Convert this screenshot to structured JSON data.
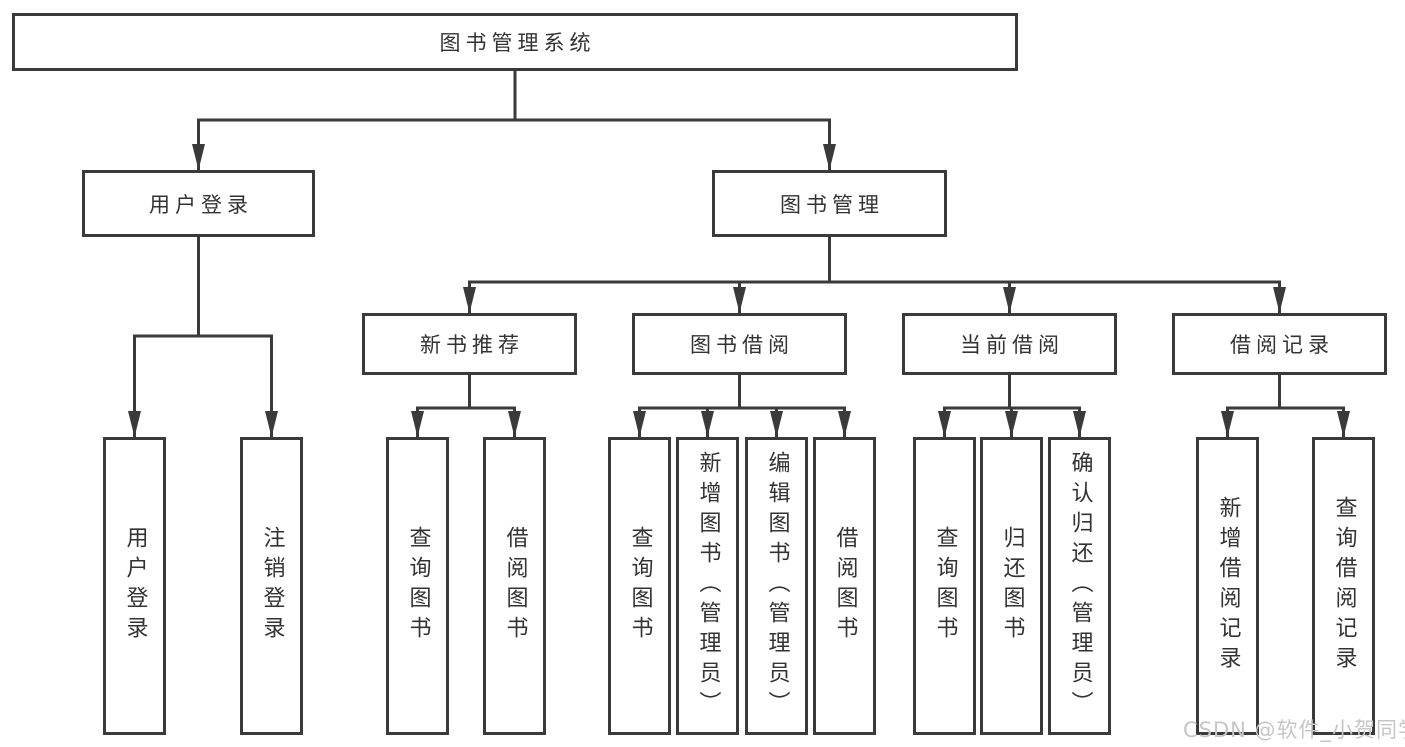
{
  "diagram": {
    "title": "图书管理系统",
    "root": {
      "label": "图书管理系统"
    },
    "level2": [
      {
        "id": "user-login",
        "label": "用户登录"
      },
      {
        "id": "book-management",
        "label": "图书管理"
      }
    ],
    "level3": [
      {
        "id": "new-book-recommend",
        "label": "新书推荐"
      },
      {
        "id": "book-borrow",
        "label": "图书借阅"
      },
      {
        "id": "current-borrow",
        "label": "当前借阅"
      },
      {
        "id": "borrow-records",
        "label": "借阅记录"
      }
    ],
    "leaves": {
      "login": [
        "用户登录",
        "注销登录"
      ],
      "recommend": [
        "查询图书",
        "借阅图书"
      ],
      "borrow": [
        "查询图书",
        "新增图书（管理员）",
        "编辑图书（管理员）",
        "借阅图书"
      ],
      "current": [
        "查询图书",
        "归还图书",
        "确认归还（管理员）"
      ],
      "records": [
        "新增借阅记录",
        "查询借阅记录"
      ]
    }
  },
  "watermark": {
    "text": "CSDN @软件_小贺同学"
  },
  "colors": {
    "line": "#3a3a3a",
    "box_border": "#3a3a3a",
    "text": "#333333",
    "watermark": "#c6c6c6",
    "background": "#ffffff"
  }
}
